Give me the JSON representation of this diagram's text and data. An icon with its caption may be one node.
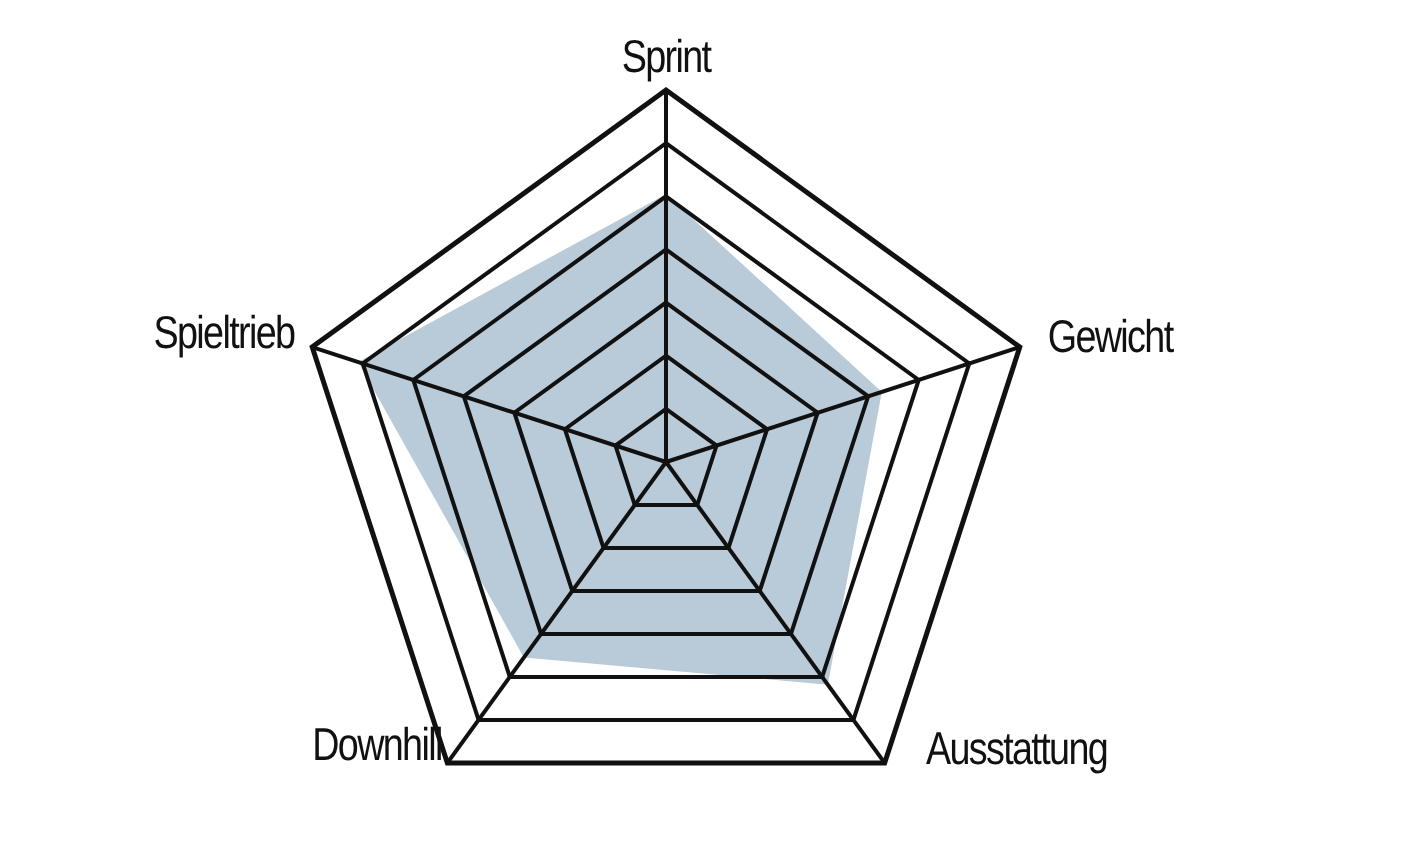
{
  "diagram": {
    "labels": [
      "Sprint",
      "Spieltrieb",
      "Gewicht",
      "Downhill",
      "Ausstattung"
    ]
  }
}
